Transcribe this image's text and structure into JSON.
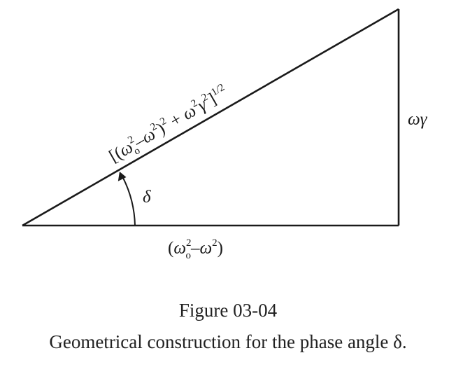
{
  "figure": {
    "labels": {
      "hyp_open": "[(",
      "omega": "ω",
      "sub_o": "o",
      "sup_2": "2",
      "minus": "–",
      "plus": "+",
      "gamma": "γ",
      "close_paren": ")",
      "close_bracket": "]",
      "half_exp": "1/2",
      "open_paren": "(",
      "delta": "δ",
      "omega_gamma": "ωγ"
    },
    "number": "Figure 03-04",
    "caption": "Geometrical construction for the phase angle δ."
  }
}
